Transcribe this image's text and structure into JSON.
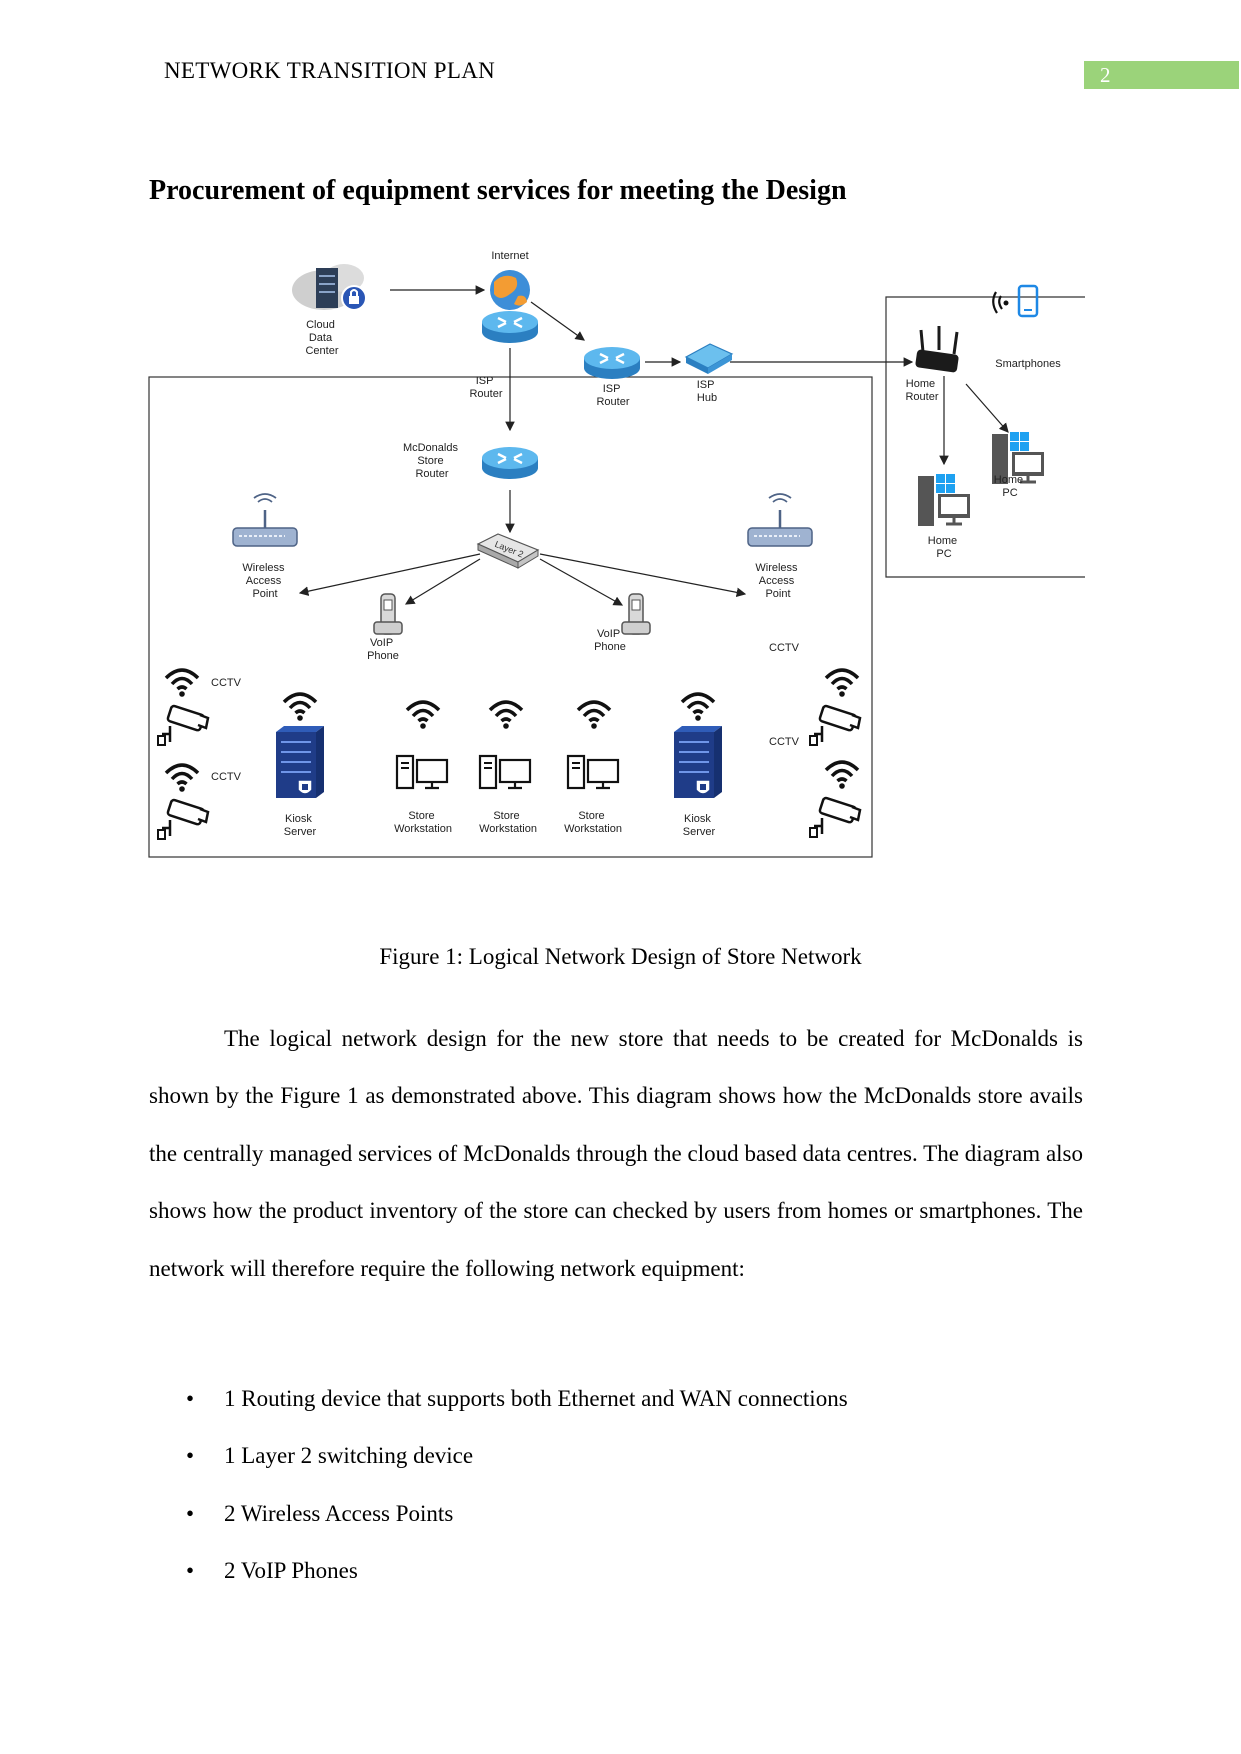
{
  "header": {
    "running_title": "NETWORK TRANSITION PLAN",
    "page_number": "2"
  },
  "section_heading": "Procurement of equipment services for meeting the Design",
  "figure": {
    "labels": {
      "internet": "Internet",
      "cloud": [
        "Cloud",
        "Data",
        "Center"
      ],
      "isp_router_1": [
        "ISP",
        "Router"
      ],
      "isp_router_2": [
        "ISP",
        "Router"
      ],
      "isp_hub": [
        "ISP",
        "Hub"
      ],
      "smartphones": "Smartphones",
      "home_router": [
        "Home",
        "Router"
      ],
      "home_pc_1": [
        "Home",
        "PC"
      ],
      "home_pc_2": [
        "Home",
        "PC"
      ],
      "store_router": [
        "McDonalds",
        "Store",
        "Router"
      ],
      "switch": "Layer 2",
      "wap_left": [
        "Wireless",
        "Access",
        "Point"
      ],
      "wap_right": [
        "Wireless",
        "Access",
        "Point"
      ],
      "voip_left": [
        "VoIP",
        "Phone"
      ],
      "voip_right": [
        "VoIP",
        "Phone"
      ],
      "cctv": "CCTV",
      "kiosk_server": [
        "Kiosk",
        "Server"
      ],
      "store_workstation": [
        "Store",
        "Workstation"
      ]
    },
    "caption": "Figure 1: Logical Network Design of Store Network"
  },
  "paragraph": "The logical network design for the new store that needs to be created for McDonalds is shown by the Figure 1 as demonstrated above. This diagram shows how the McDonalds store avails the centrally managed services of McDonalds through the cloud based data centres. The diagram also shows how the product inventory of the store can checked by users from homes or smartphones. The network will therefore require the following network equipment:",
  "equipment_list": [
    "1 Routing device that supports both Ethernet and WAN connections",
    "1 Layer 2 switching device",
    "2 Wireless Access Points",
    "2 VoIP Phones"
  ],
  "list_bullet": "•",
  "colors": {
    "page_number_bg": "#9bd37a",
    "router_blue": "#3fa3e0",
    "server_navy": "#1f3c88"
  }
}
